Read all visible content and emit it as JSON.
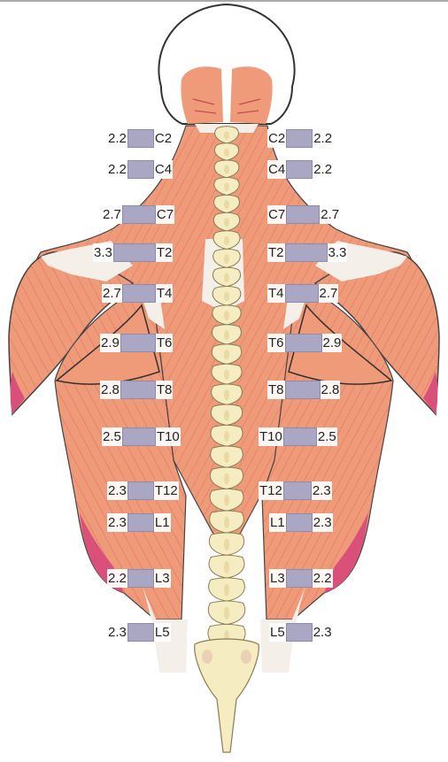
{
  "figure": {
    "image_name": "posterior-muscles-and-spine-illustration",
    "colors": {
      "muscle": "#ef9a78",
      "muscle_dark": "#e0775a",
      "muscle_fiber": "#cf3a4e",
      "muscle_pink": "#d9507a",
      "tendon": "#f4efe8",
      "bone": "#f6ecc2",
      "bone_outline": "#8a7d55",
      "skull": "#ffffff",
      "outline": "#3a3a3a",
      "marker_box": "#a9a7c3",
      "marker_box_border": "#8d8ba8",
      "label_text": "#222222"
    }
  },
  "left_markers": [
    {
      "value": "2.2",
      "level": "C2"
    },
    {
      "value": "2.2",
      "level": "C4"
    },
    {
      "value": "2.7",
      "level": "C7"
    },
    {
      "value": "3.3",
      "level": "T2"
    },
    {
      "value": "2.7",
      "level": "T4"
    },
    {
      "value": "2.9",
      "level": "T6"
    },
    {
      "value": "2.8",
      "level": "T8"
    },
    {
      "value": "2.5",
      "level": "T10"
    },
    {
      "value": "2.3",
      "level": "T12"
    },
    {
      "value": "2.3",
      "level": "L1"
    },
    {
      "value": "2.2",
      "level": "L3"
    },
    {
      "value": "2.3",
      "level": "L5"
    }
  ],
  "right_markers": [
    {
      "value": "2.2",
      "level": "C2"
    },
    {
      "value": "2.2",
      "level": "C4"
    },
    {
      "value": "2.7",
      "level": "C7"
    },
    {
      "value": "3.3",
      "level": "T2"
    },
    {
      "value": "2.7",
      "level": "T4"
    },
    {
      "value": "2.9",
      "level": "T6"
    },
    {
      "value": "2.8",
      "level": "T8"
    },
    {
      "value": "2.5",
      "level": "T10"
    },
    {
      "value": "2.3",
      "level": "T12"
    },
    {
      "value": "2.3",
      "level": "L1"
    },
    {
      "value": "2.2",
      "level": "L3"
    },
    {
      "value": "2.3",
      "level": "L5"
    }
  ]
}
